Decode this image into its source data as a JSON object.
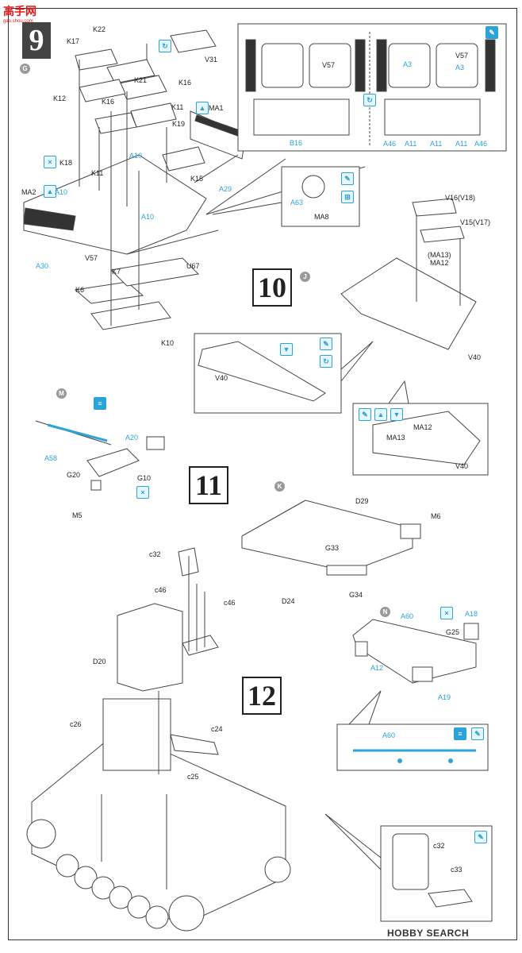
{
  "watermark_site": "高手网",
  "watermark_url": "gao.shou.com",
  "footer_brand": "HOBBY SEARCH",
  "steps": {
    "s9": "9",
    "s10": "10",
    "s11": "11",
    "s12": "12"
  },
  "sub_marks": {
    "G": "G",
    "J": "J",
    "M": "M",
    "K": "K",
    "N": "N"
  },
  "step9_labels": {
    "K22": "K22",
    "K17": "K17",
    "V31": "V31",
    "K21": "K21",
    "K12": "K12",
    "K16a": "K16",
    "K16b": "K16",
    "K11a": "K11",
    "K11b": "K11",
    "MA1": "MA1",
    "K19": "K19",
    "K18": "K18",
    "A10a": "A10",
    "A10b": "A10",
    "A10c": "A10",
    "K15": "K15",
    "MA2": "MA2",
    "A29": "A29",
    "A30": "A30",
    "V57": "V57",
    "K7": "K7",
    "U67": "U67",
    "K6": "K6",
    "K10": "K10"
  },
  "inset_top": {
    "V57a": "V57",
    "V57b": "V57",
    "A3a": "A3",
    "A3b": "A3",
    "B16": "B16",
    "A46a": "A46",
    "A11a": "A11",
    "A11b": "A11",
    "A11c": "A11",
    "A46b": "A46"
  },
  "inset_ma8": {
    "A63": "A63",
    "MA8": "MA8"
  },
  "step10_labels": {
    "V16": "V16(V18)",
    "V15": "V15(V17)",
    "MA13": "(MA13)",
    "MA12": "MA12",
    "V40": "V40"
  },
  "inset_v40": {
    "V40": "V40"
  },
  "inset_ma": {
    "MA12": "MA12",
    "MA13": "MA13",
    "V40": "V40"
  },
  "step11_labels": {
    "A20": "A20",
    "A58": "A58",
    "G20": "G20",
    "G10": "G10",
    "M5": "M5",
    "D29": "D29",
    "M6": "M6",
    "G33": "G33",
    "D24": "D24",
    "G34": "G34"
  },
  "step12_labels": {
    "c32": "c32",
    "c46a": "c46",
    "c46b": "c46",
    "D20": "D20",
    "A60": "A60",
    "A18": "A18",
    "G25": "G25",
    "A12": "A12",
    "A19": "A19",
    "c26": "c26",
    "c24": "c24",
    "c25": "c25"
  },
  "inset_a60": {
    "A60": "A60"
  },
  "inset_c32": {
    "c32": "c32",
    "c33": "c33"
  }
}
